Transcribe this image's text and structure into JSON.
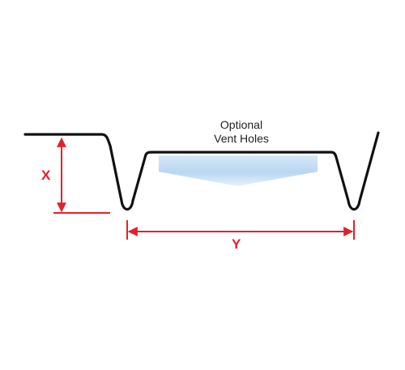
{
  "caption": {
    "line1": "Optional",
    "line2": "Vent Holes"
  },
  "dimensions": {
    "x_label": "X",
    "y_label": "Y"
  },
  "colors": {
    "profile": "#111111",
    "dimension": "#e3202a",
    "vent_top": "#cfe4f6",
    "vent_bottom": "#ffffff"
  }
}
